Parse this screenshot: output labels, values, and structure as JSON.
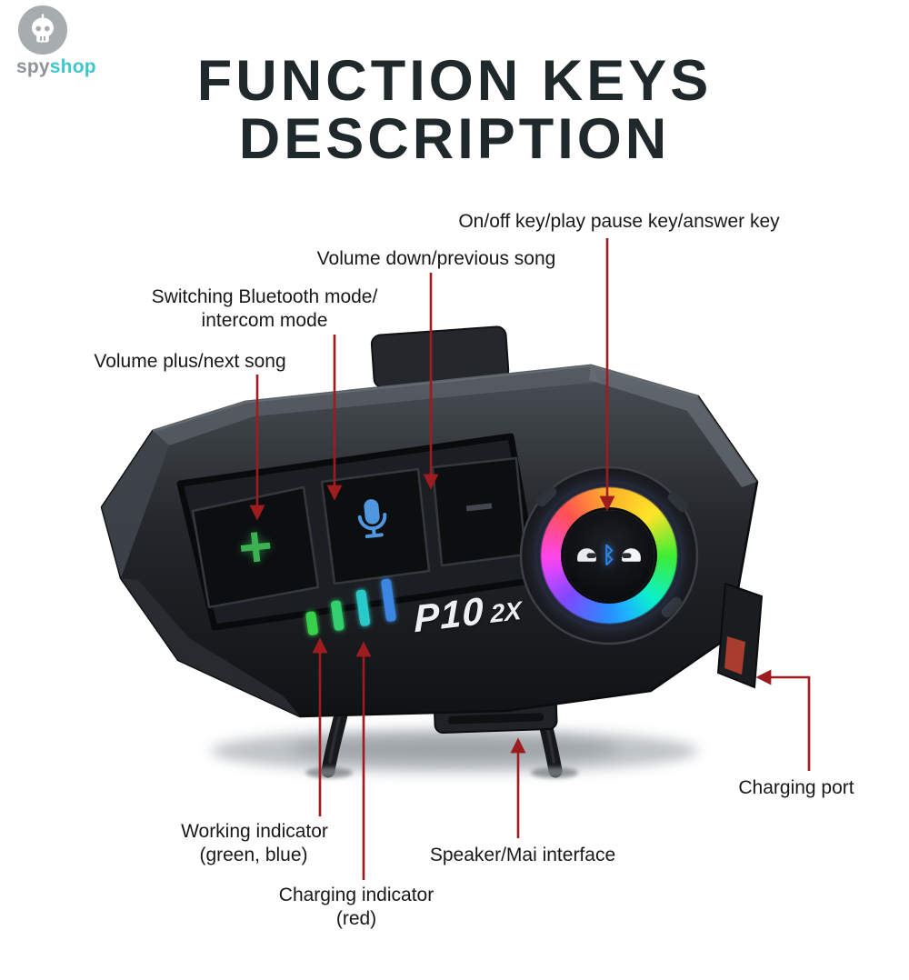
{
  "logo": {
    "spy": "spy",
    "shop": "shop"
  },
  "title": {
    "line1": "FUNCTION KEYS",
    "line2": "DESCRIPTION"
  },
  "callouts": {
    "power": "On/off key/play pause key/answer key",
    "volume_down": "Volume down/previous song",
    "mode_switch_1": "Switching Bluetooth mode/",
    "mode_switch_2": "intercom mode",
    "volume_up": "Volume plus/next song",
    "charging_port": "Charging port",
    "working_indicator_1": "Working indicator",
    "working_indicator_2": "(green, blue)",
    "speaker": "Speaker/Mai interface",
    "charging_indicator_1": "Charging indicator",
    "charging_indicator_2": "(red)"
  },
  "device": {
    "model": "P10",
    "variant": "2X",
    "plus_key": "+",
    "minus_key": "−",
    "bluetooth_symbol": "ᛒ"
  },
  "icons": {
    "logo_icon": "spy-skull-icon",
    "mic_key_icon": "microphone-icon",
    "center_key_icons": [
      "helmet-left-icon",
      "bluetooth-icon",
      "helmet-right-icon"
    ]
  },
  "colors": {
    "callout_line": "#9e1c1f",
    "title_text": "#1f282a",
    "logo_accent": "#3fc6cc",
    "plus_green": "#3bb152",
    "mic_blue": "#4f97de",
    "led_colors": [
      "#37d04b",
      "#30d06e",
      "#2bc9c9",
      "#3b86e0"
    ]
  }
}
